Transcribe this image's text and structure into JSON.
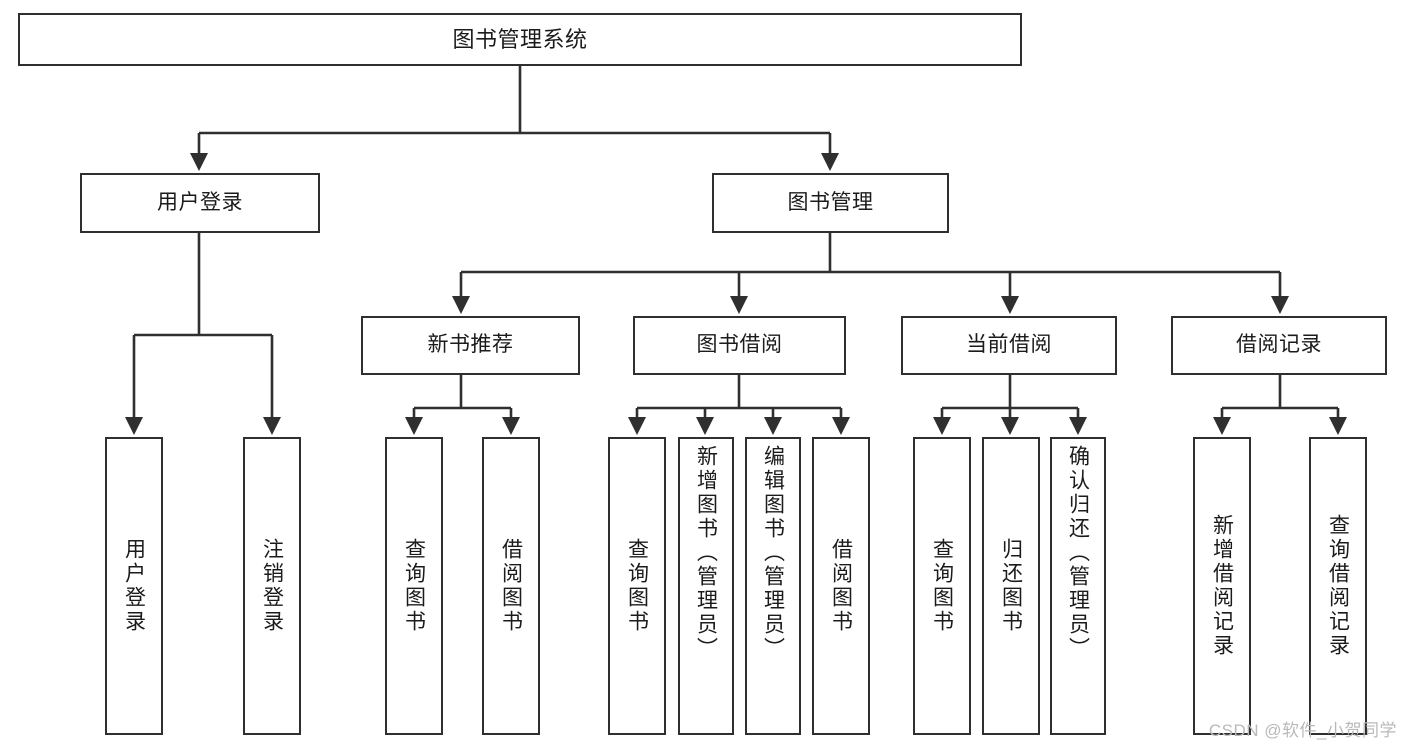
{
  "diagram": {
    "title": "图书管理系统",
    "type": "tree",
    "stroke_color": "#2f2f2f",
    "fill_color": "#ffffff",
    "text_color": "#1b1b1b",
    "watermark": "CSDN @软件_小贺同学"
  },
  "nodes": {
    "root": {
      "label": "图书管理系统"
    },
    "level1": [
      {
        "label": "用户登录"
      },
      {
        "label": "图书管理"
      }
    ],
    "level2": [
      {
        "label": "新书推荐"
      },
      {
        "label": "图书借阅"
      },
      {
        "label": "当前借阅"
      },
      {
        "label": "借阅记录"
      }
    ],
    "leaves": {
      "user_login": [
        {
          "label": "用户登录"
        },
        {
          "label": "注销登录"
        }
      ],
      "new_book_recommend": [
        {
          "label": "查询图书"
        },
        {
          "label": "借阅图书"
        }
      ],
      "book_borrow": [
        {
          "label": "查询图书"
        },
        {
          "label": "新增图书（管理员）"
        },
        {
          "label": "编辑图书（管理员）"
        },
        {
          "label": "借阅图书"
        }
      ],
      "current_borrow": [
        {
          "label": "查询图书"
        },
        {
          "label": "归还图书"
        },
        {
          "label": "确认归还（管理员）"
        }
      ],
      "borrow_record": [
        {
          "label": "新增借阅记录"
        },
        {
          "label": "查询借阅记录"
        }
      ]
    }
  }
}
